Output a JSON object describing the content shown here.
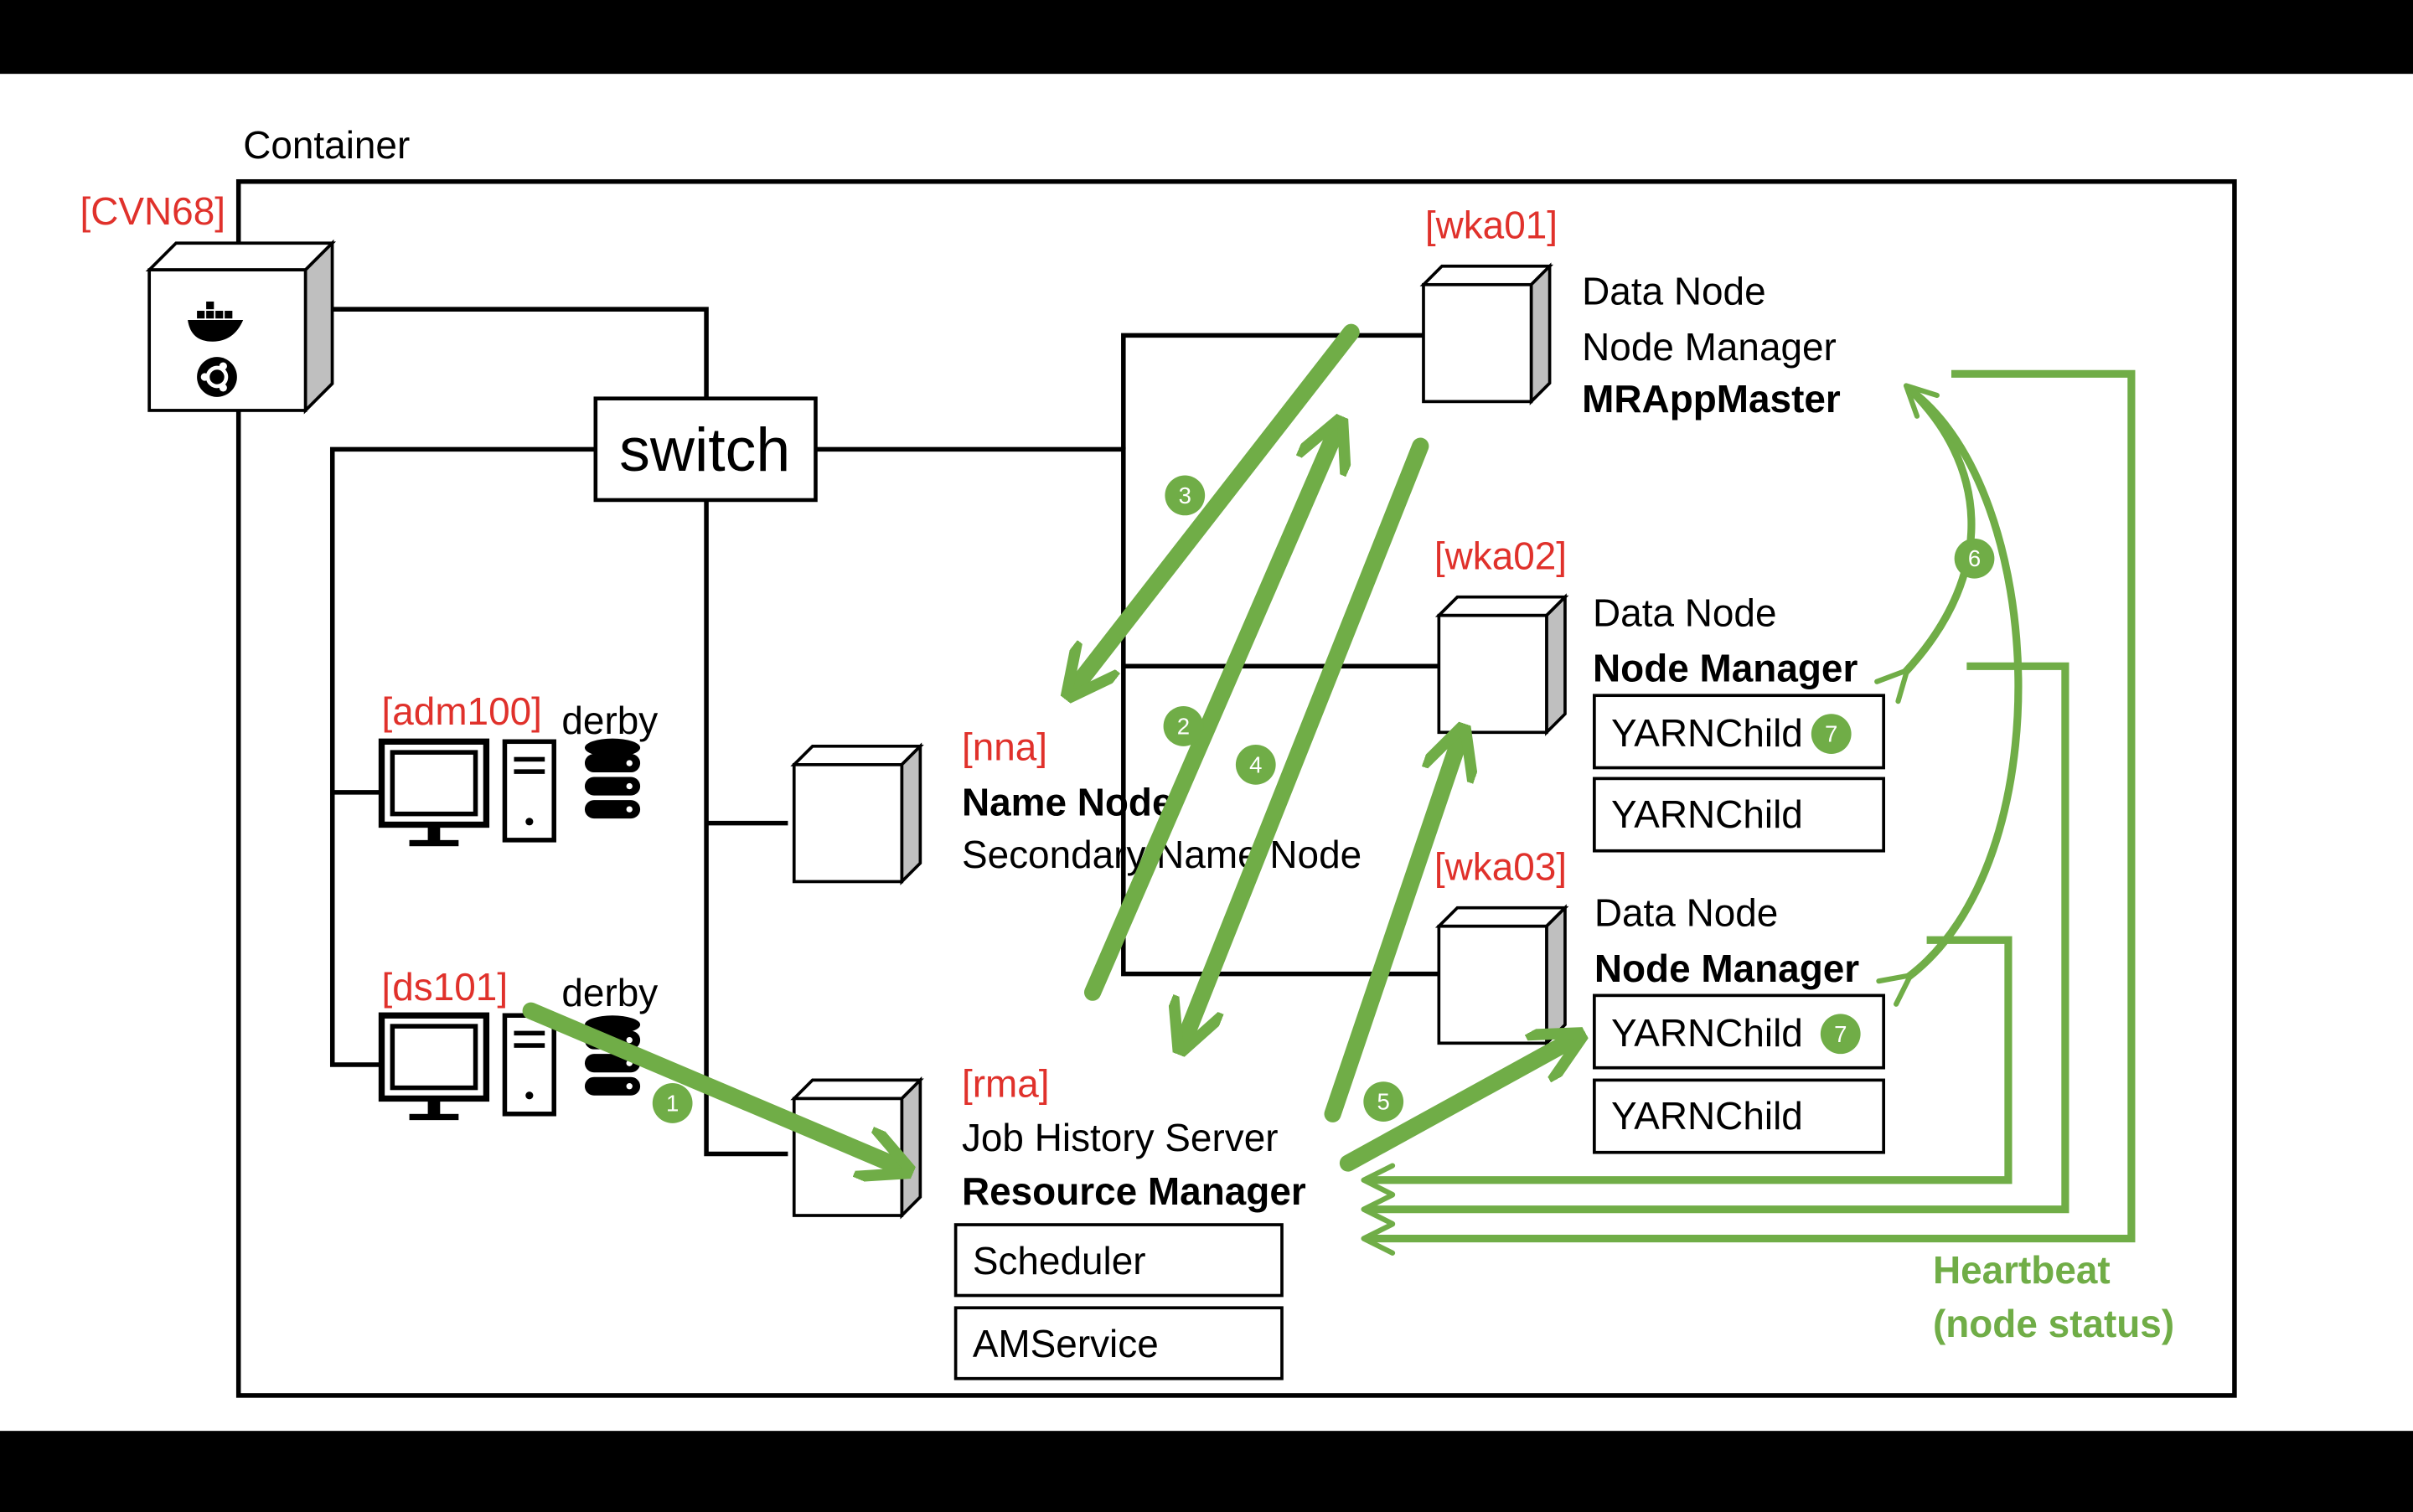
{
  "container_label": "Container",
  "host": {
    "tag": "[CVN68]",
    "icons": [
      "docker-icon",
      "ubuntu-icon"
    ]
  },
  "switch_label": "switch",
  "nodes": {
    "adm100": {
      "tag": "[adm100]",
      "db_label": "derby"
    },
    "ds101": {
      "tag": "[ds101]",
      "db_label": "derby"
    },
    "nna": {
      "tag": "[nna]",
      "line1": "Name Node",
      "line2": "Secondary Name Node"
    },
    "rma": {
      "tag": "[rma]",
      "line1": "Job History Server",
      "line2": "Resource Manager",
      "box1": "Scheduler",
      "box2": "AMService"
    },
    "wka01": {
      "tag": "[wka01]",
      "line1": "Data Node",
      "line2": "Node Manager",
      "line3": "MRAppMaster"
    },
    "wka02": {
      "tag": "[wka02]",
      "line1": "Data Node",
      "line2": "Node Manager",
      "box1": "YARNChild",
      "box2": "YARNChild"
    },
    "wka03": {
      "tag": "[wka03]",
      "line1": "Data Node",
      "line2": "Node Manager",
      "box1": "YARNChild",
      "box2": "YARNChild"
    }
  },
  "step_labels": [
    "1",
    "2",
    "3",
    "4",
    "5",
    "6",
    "7",
    "7"
  ],
  "heartbeat": {
    "line1": "Heartbeat",
    "line2": "(node status)"
  },
  "colors": {
    "accent_green": "#70ad47",
    "tag_red": "#e0312b",
    "background": "#000000",
    "canvas": "#ffffff"
  }
}
